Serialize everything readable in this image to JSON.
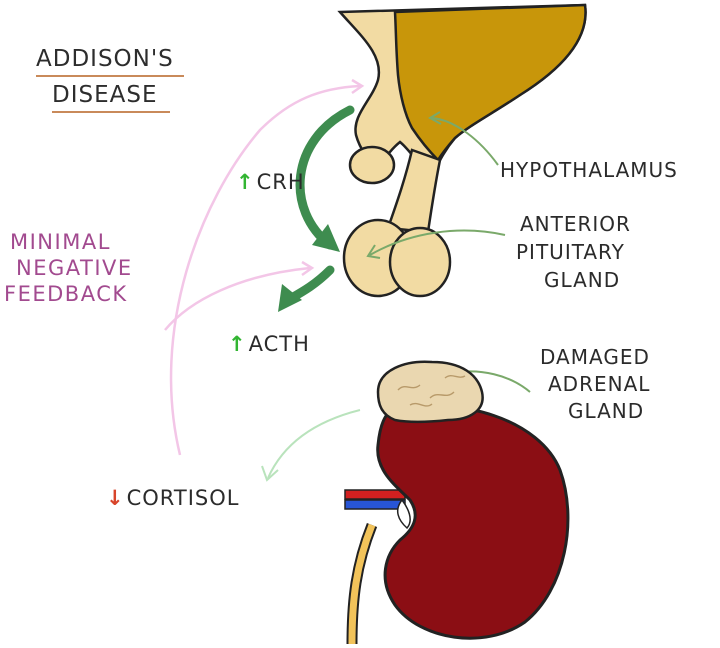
{
  "title": {
    "line1": "ADDISON'S",
    "line2": "DISEASE"
  },
  "feedback_label": {
    "line1": "MINIMAL",
    "line2": "NEGATIVE",
    "line3": "FEEDBACK"
  },
  "labels": {
    "hypothalamus": "HYPOTHALAMUS",
    "anterior_pituitary": {
      "line1": "ANTERIOR",
      "line2": "PITUITARY",
      "line3": "GLAND"
    },
    "damaged_adrenal": {
      "line1": "DAMAGED",
      "line2": "ADRENAL",
      "line3": "GLAND"
    }
  },
  "hormones": {
    "crh": {
      "arrow": "↑",
      "text": "CRH"
    },
    "acth": {
      "arrow": "↑",
      "text": "ACTH"
    },
    "cortisol": {
      "arrow": "↓",
      "text": "CORTISOL"
    }
  },
  "colors": {
    "hypothalamus_fill": "#c8960a",
    "pituitary_fill": "#f2dba3",
    "kidney_fill": "#8b0e14",
    "adrenal_fill": "#ead7b0",
    "feedback_pink": "#f3c6e7",
    "axis_arrow_green": "#3e8c4f",
    "pointer_green": "#7aa96a",
    "up_arrow": "#32b532",
    "down_arrow": "#d8452b"
  }
}
